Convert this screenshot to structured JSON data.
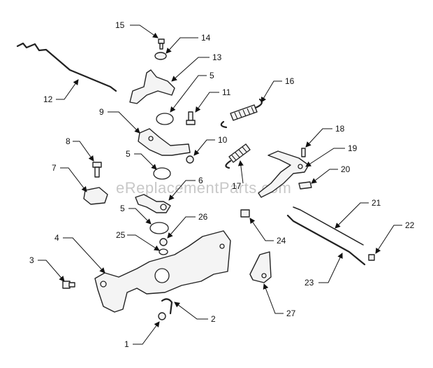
{
  "watermark": "eReplacementParts.com",
  "callouts": {
    "c1": "1",
    "c2": "2",
    "c3": "3",
    "c4": "4",
    "c5a": "5",
    "c5b": "5",
    "c5c": "5",
    "c6": "6",
    "c7": "7",
    "c8": "8",
    "c9": "9",
    "c10": "10",
    "c11": "11",
    "c12": "12",
    "c13": "13",
    "c14": "14",
    "c15": "15",
    "c16": "16",
    "c17": "17",
    "c18": "18",
    "c19": "19",
    "c20": "20",
    "c21": "21",
    "c22": "22",
    "c23": "23",
    "c24": "24",
    "c25": "25",
    "c26": "26",
    "c27": "27"
  }
}
